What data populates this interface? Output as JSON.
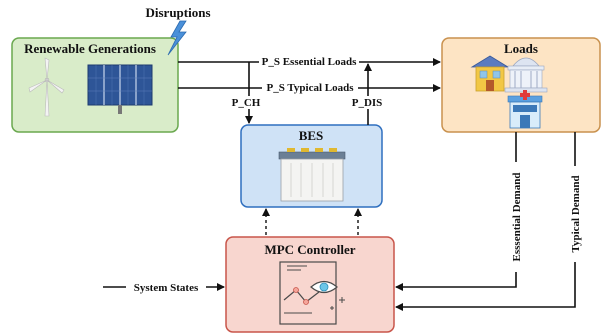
{
  "disruptions_label": "Disruptions",
  "renewable": {
    "title": "Renewable Generations",
    "fill": "#d9ecc9",
    "stroke": "#6aa84f"
  },
  "loads": {
    "title": "Loads",
    "fill": "#fde4c4",
    "stroke": "#c9914e"
  },
  "bes": {
    "title": "BES",
    "fill": "#cfe2f6",
    "stroke": "#2f6fbf"
  },
  "mpc": {
    "title": "MPC Controller",
    "fill": "#f8d6cf",
    "stroke": "#c8554a"
  },
  "flows": {
    "essential_loads": "P_S Essential Loads",
    "typical_loads": "P_S Typical Loads",
    "charge": "P_CH",
    "discharge": "P_DIS",
    "system_states": "System States",
    "essential_demand": "Esssential Demand",
    "typical_demand": "Typical Demand"
  },
  "icons": {
    "wind_turbine": "wind-turbine-icon",
    "solar_panels": "solar-panel-icon",
    "lightning": "lightning-icon",
    "house": "house-icon",
    "government_building": "government-building-icon",
    "hospital": "hospital-icon",
    "battery": "battery-icon",
    "controller": "analytics-eye-icon"
  }
}
